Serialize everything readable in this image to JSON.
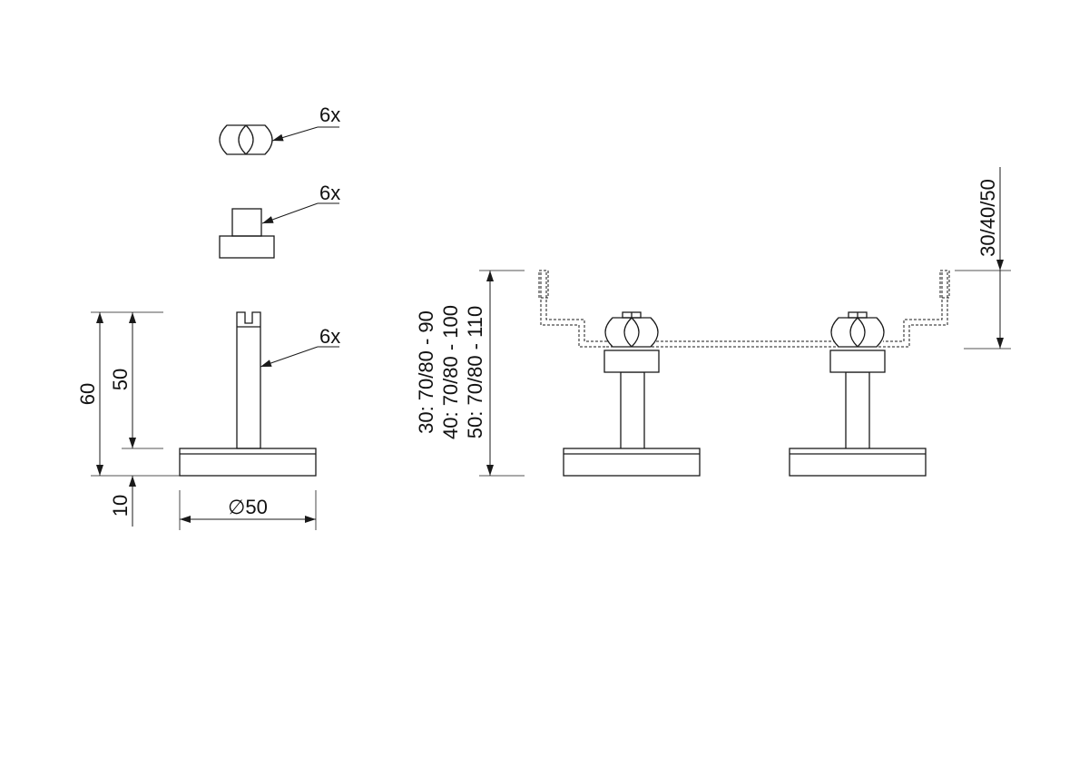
{
  "parts": {
    "nut": {
      "qty_label": "6x"
    },
    "cap": {
      "qty_label": "6x"
    },
    "pedestal": {
      "qty_label": "6x"
    }
  },
  "dimensions": {
    "total_height": "60",
    "stem_height": "50",
    "base_thickness": "10",
    "base_diameter": "∅50"
  },
  "assembly": {
    "height_ranges": [
      "30: 70/80 - 90",
      "40: 70/80 - 100",
      "50: 70/80 - 110"
    ],
    "profile_heights": "30/40/50"
  }
}
